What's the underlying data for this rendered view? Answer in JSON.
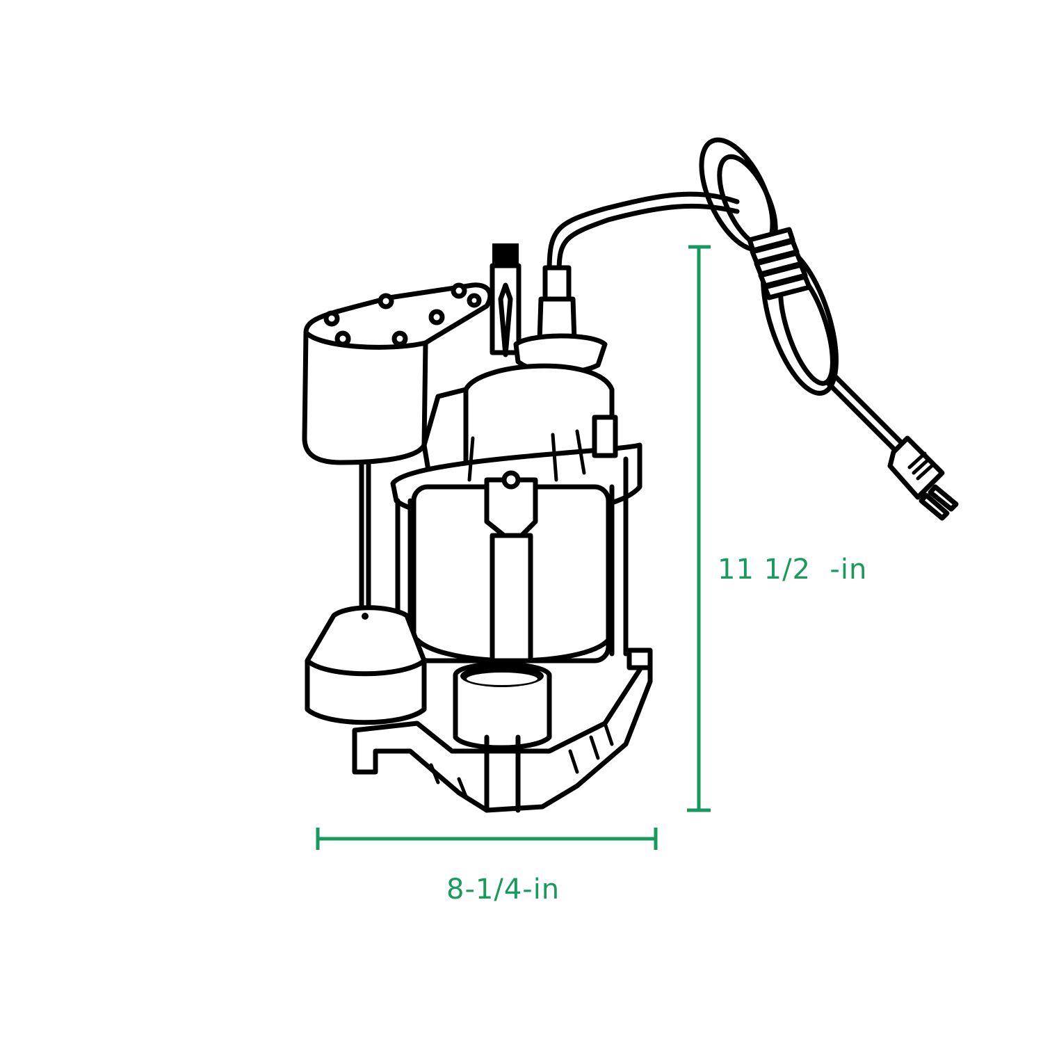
{
  "figure": {
    "subject": "Submersible sump pump with vertical float switch and coiled power cord",
    "accent_color": "#169b5c",
    "line_color": "#000000",
    "background_color": "#ffffff"
  },
  "dimensions": {
    "height": {
      "label": "11 1/2  -in",
      "orientation": "vertical"
    },
    "width": {
      "label": "8-1/4-in",
      "orientation": "horizontal"
    }
  },
  "parts": {
    "switch_housing": "switch-housing",
    "motor_housing": "motor-housing",
    "float": "float",
    "discharge_port": "discharge-port",
    "base": "base",
    "power_cord": "power-cord",
    "plug": "plug"
  }
}
